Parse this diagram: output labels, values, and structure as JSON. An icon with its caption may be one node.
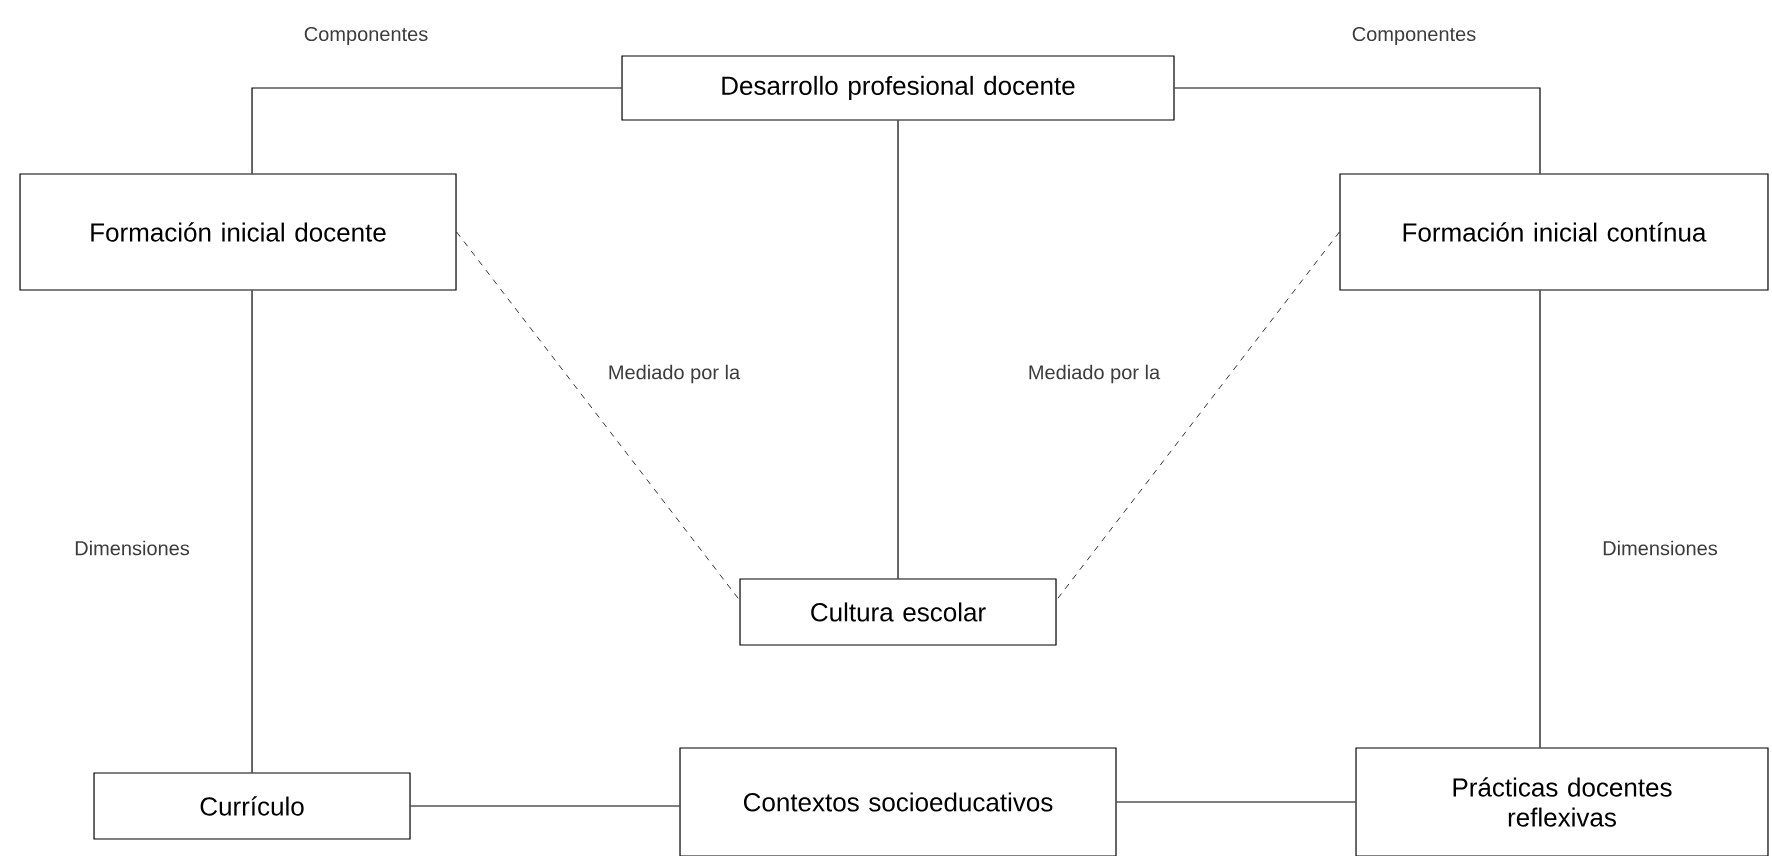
{
  "diagram": {
    "nodes": [
      {
        "text": [
          "Desarrollo profesional docente"
        ]
      },
      {
        "text": [
          "Formación inicial docente"
        ]
      },
      {
        "text": [
          "Formación inicial contínua"
        ]
      },
      {
        "text": [
          "Cultura escolar"
        ]
      },
      {
        "text": [
          "Currículo"
        ]
      },
      {
        "text": [
          "Contextos socioeducativos"
        ]
      },
      {
        "text": [
          "Prácticas docentes reflexivas"
        ]
      }
    ],
    "edges": [
      {
        "from": 0,
        "to": 1,
        "arrow": "none",
        "label": "Componentes"
      },
      {
        "from": 0,
        "to": 2,
        "arrow": "none",
        "label": "Componentes"
      },
      {
        "from": 0,
        "to": 3,
        "arrow": "none"
      },
      {
        "from": 1,
        "to": 3,
        "arrow": "none",
        "style": "dashed",
        "label": "Mediado por la"
      },
      {
        "from": 2,
        "to": 3,
        "arrow": "none",
        "style": "dashed",
        "label": "Mediado por la"
      },
      {
        "from": 1,
        "to": 4,
        "arrow": "none",
        "label": "Dimensiones"
      },
      {
        "from": 2,
        "to": 6,
        "arrow": "none",
        "label": "Dimensiones"
      },
      {
        "from": 4,
        "to": 5,
        "arrow": "none"
      },
      {
        "from": 5,
        "to": 6,
        "arrow": "none"
      }
    ]
  }
}
